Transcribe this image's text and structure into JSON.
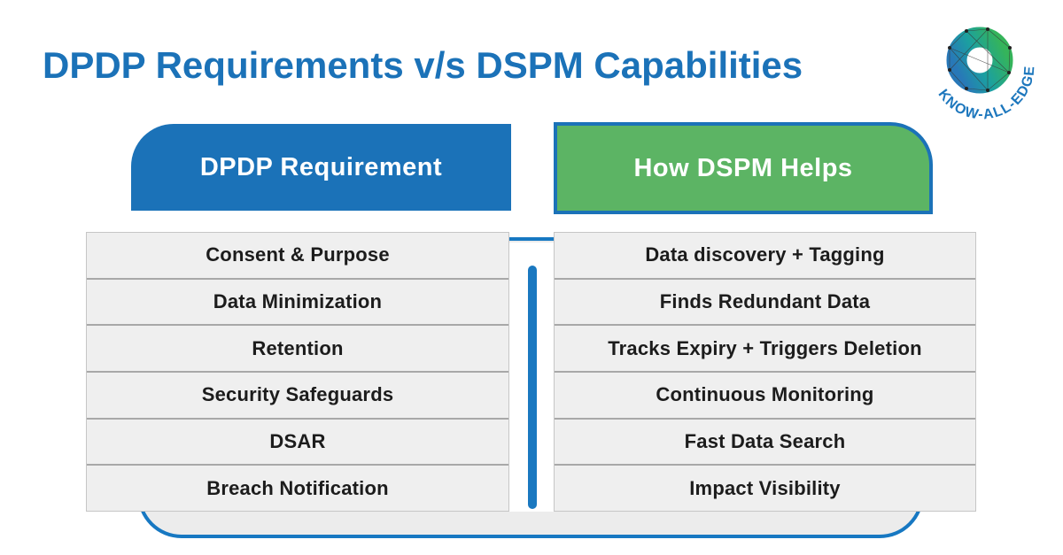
{
  "title": {
    "text": "DPDP Requirements v/s DSPM Capabilities",
    "color": "#1b72b8"
  },
  "logo": {
    "brand_text": "KNOW-ALL-EDGE",
    "text_color": "#1d77bd",
    "gradient_blue": "#2878b8",
    "gradient_green": "#35b45a"
  },
  "columns": {
    "left": {
      "header": "DPDP Requirement",
      "header_bg": "#1b72b8",
      "header_text_color": "#ffffff",
      "rows": [
        "Consent & Purpose",
        "Data Minimization",
        "Retention",
        "Security Safeguards",
        "DSAR",
        "Breach Notification"
      ]
    },
    "right": {
      "header": "How DSPM Helps",
      "header_bg": "#5cb464",
      "header_border_color": "#1b72b8",
      "header_text_color": "#ffffff",
      "rows": [
        "Data discovery + Tagging",
        "Finds Redundant Data",
        "Tracks Expiry + Triggers Deletion",
        "Continuous Monitoring",
        "Fast Data Search",
        "Impact Visibility"
      ]
    }
  },
  "styles": {
    "row_bg": "#efefef",
    "row_divider": "#a8a8a8",
    "row_text": "#1c1c1c",
    "container_border": "#1778c2",
    "center_divider": "#1a78c0",
    "background": "#ffffff"
  }
}
